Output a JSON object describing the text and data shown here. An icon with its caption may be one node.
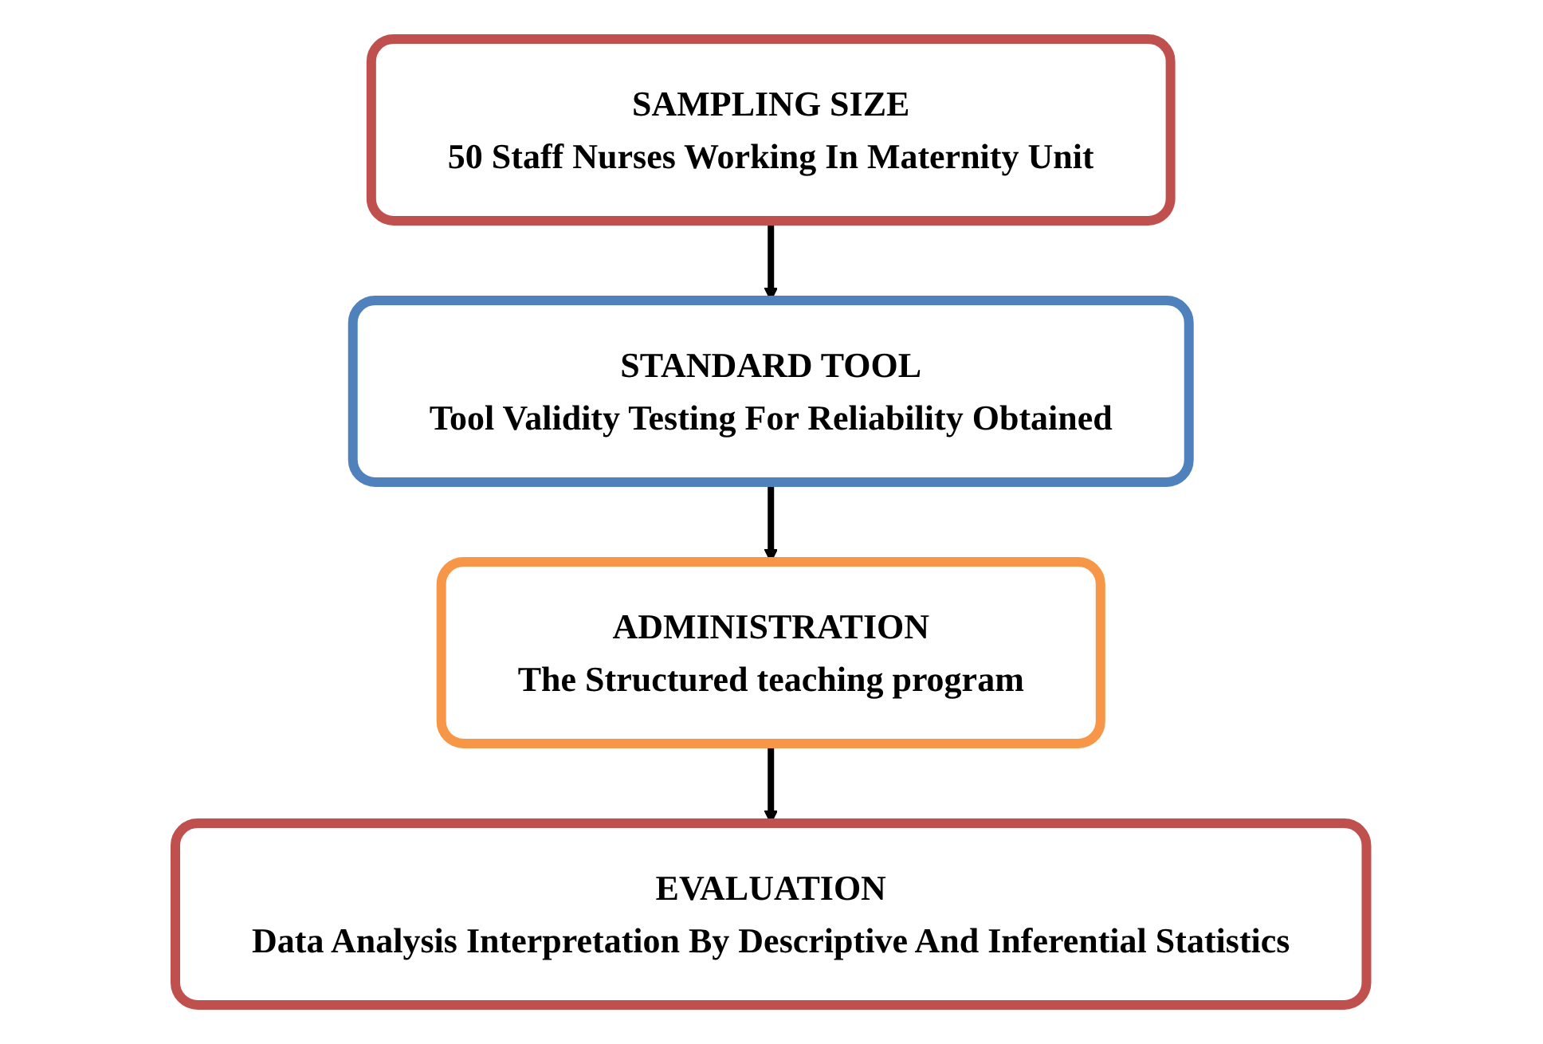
{
  "diagram": {
    "nodes": [
      {
        "text": [
          "SAMPLING SIZE",
          "50 Staff Nurses Working In Maternity Unit"
        ]
      },
      {
        "text": [
          "STANDARD TOOL",
          "Tool Validity Testing For Reliability Obtained"
        ]
      },
      {
        "text": [
          "ADMINISTRATION",
          "The Structured teaching program"
        ]
      },
      {
        "text": [
          "EVALUATION",
          "Data Analysis Interpretation By Descriptive And Inferential Statistics"
        ]
      }
    ],
    "edges": [
      {
        "from": 0,
        "to": 1,
        "arrow": "to"
      },
      {
        "from": 1,
        "to": 2,
        "arrow": "to"
      },
      {
        "from": 2,
        "to": 3,
        "arrow": "to"
      }
    ]
  }
}
